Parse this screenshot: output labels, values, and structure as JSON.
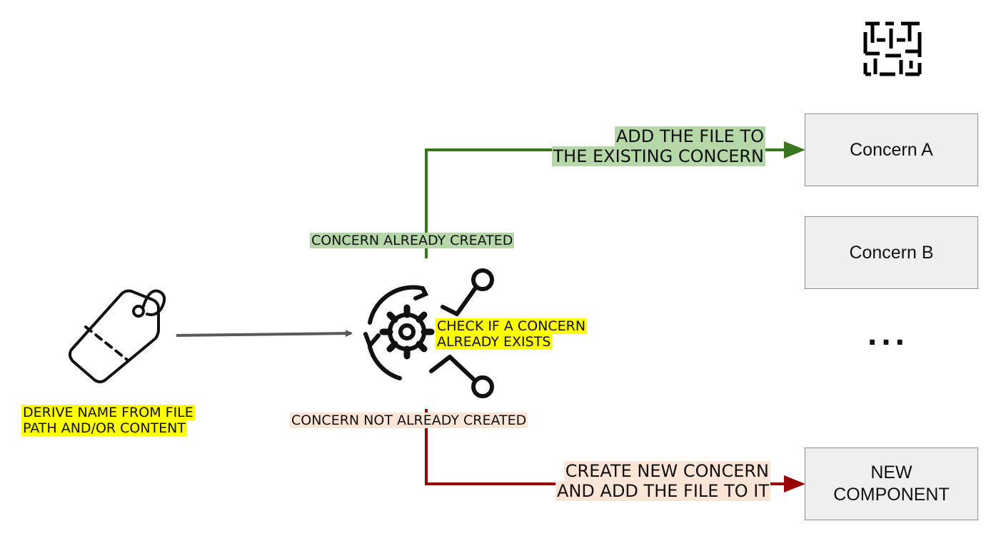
{
  "nodes": {
    "tag_caption": [
      "DERIVE NAME FROM FILE",
      "PATH AND/OR CONTENT"
    ],
    "check_caption": [
      "CHECK IF A CONCERN",
      "ALREADY EXISTS"
    ],
    "concern_a": "Concern A",
    "concern_b": "Concern B",
    "ellipsis": "...",
    "new_component": [
      "NEW",
      "COMPONENT"
    ]
  },
  "edges": {
    "created_condition": "CONCERN ALREADY CREATED",
    "add_file_label": [
      "ADD THE FILE TO",
      "THE EXISTING CONCERN"
    ],
    "not_created_condition": "CONCERN NOT ALREADY CREATED",
    "create_label": [
      "CREATE NEW CONCERN",
      "AND ADD THE FILE TO IT"
    ]
  },
  "colors": {
    "green_path": "#38761d",
    "red_path": "#990000",
    "gray_arrow": "#595959",
    "yellow_highlight": "#ffff00",
    "green_highlight": "#b6d7a8",
    "peach_highlight": "#fbe5d6",
    "box_fill": "#efefef"
  },
  "icons": [
    "maze-logo-icon",
    "price-tag-icon",
    "gear-process-icon"
  ]
}
